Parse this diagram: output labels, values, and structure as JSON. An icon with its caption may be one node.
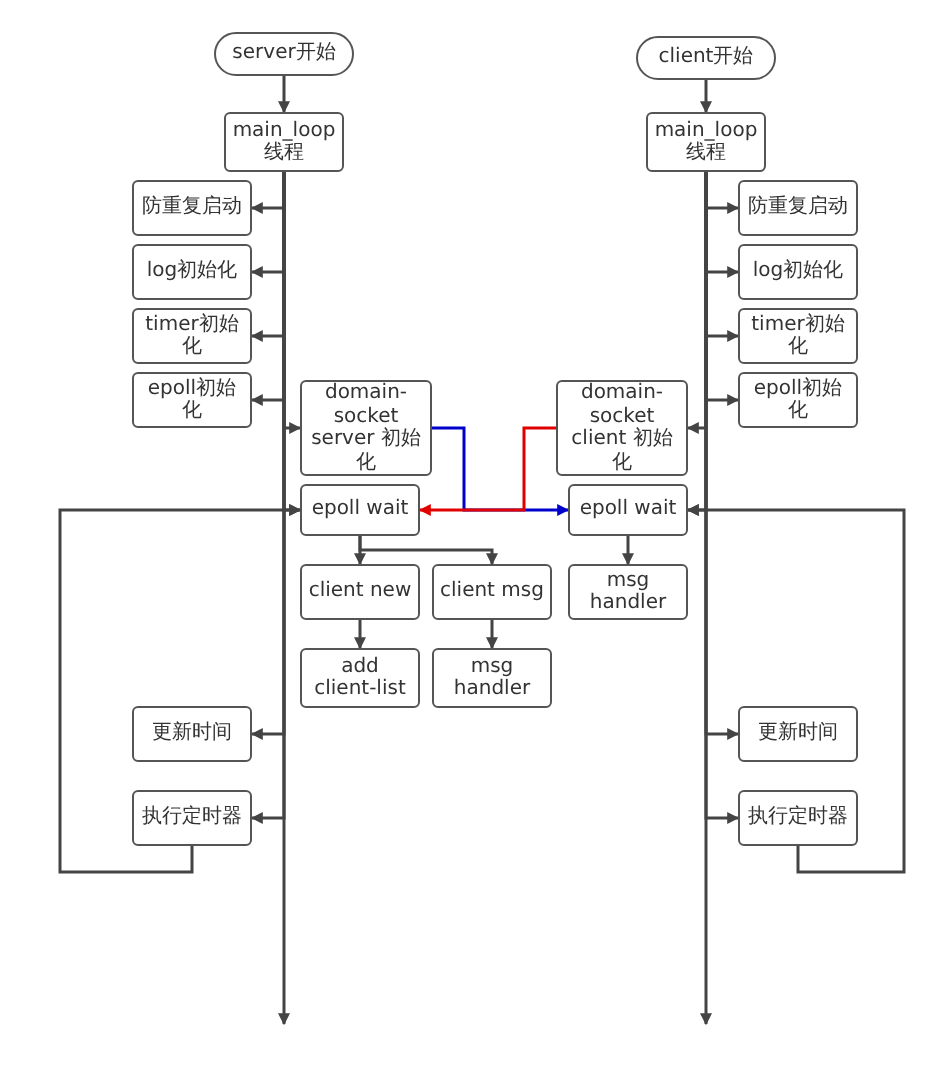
{
  "diagram": {
    "nodes": [
      {
        "text": [
          "server开始"
        ]
      },
      {
        "text": [
          "main_loop线程"
        ]
      },
      {
        "text": [
          "防重复启动"
        ]
      },
      {
        "text": [
          "log初始化"
        ]
      },
      {
        "text": [
          "timer初始化"
        ]
      },
      {
        "text": [
          "epoll初始化"
        ]
      },
      {
        "text": [
          "domain-socket server 初始化"
        ]
      },
      {
        "text": [
          "epoll wait"
        ]
      },
      {
        "text": [
          "client new"
        ]
      },
      {
        "text": [
          "client msg"
        ]
      },
      {
        "text": [
          "add client-list"
        ]
      },
      {
        "text": [
          "msg handler"
        ]
      },
      {
        "text": [
          "更新时间"
        ]
      },
      {
        "text": [
          "执行定时器"
        ]
      },
      {
        "text": [
          "client开始"
        ]
      },
      {
        "text": [
          "main_loop线程"
        ]
      },
      {
        "text": [
          "防重复启动"
        ]
      },
      {
        "text": [
          "log初始化"
        ]
      },
      {
        "text": [
          "timer初始化"
        ]
      },
      {
        "text": [
          "epoll初始化"
        ]
      },
      {
        "text": [
          "domain-socket client 初始化"
        ]
      },
      {
        "text": [
          "epoll wait"
        ]
      },
      {
        "text": [
          "msg handler"
        ]
      },
      {
        "text": [
          "更新时间"
        ]
      },
      {
        "text": [
          "执行定时器"
        ]
      }
    ],
    "edges": [
      {
        "from": 0,
        "to": 1,
        "arrow": "to"
      },
      {
        "from": 1,
        "to": 2,
        "arrow": "to"
      },
      {
        "from": 1,
        "to": 3,
        "arrow": "to"
      },
      {
        "from": 1,
        "to": 4,
        "arrow": "to"
      },
      {
        "from": 1,
        "to": 5,
        "arrow": "to"
      },
      {
        "from": 1,
        "to": 6,
        "arrow": "to"
      },
      {
        "from": 1,
        "to": 7,
        "arrow": "to"
      },
      {
        "from": 1,
        "to": 12,
        "arrow": "to"
      },
      {
        "from": 1,
        "to": 13,
        "arrow": "to"
      },
      {
        "from": 1,
        "to": null,
        "arrow": "to"
      },
      {
        "from": 7,
        "to": 8,
        "arrow": "to"
      },
      {
        "from": 7,
        "to": 9,
        "arrow": "to"
      },
      {
        "from": 8,
        "to": 10,
        "arrow": "to"
      },
      {
        "from": 9,
        "to": 11,
        "arrow": "to"
      },
      {
        "from": 13,
        "to": 7,
        "arrow": "to"
      },
      {
        "from": 14,
        "to": 15,
        "arrow": "to"
      },
      {
        "from": 15,
        "to": 16,
        "arrow": "to"
      },
      {
        "from": 15,
        "to": 17,
        "arrow": "to"
      },
      {
        "from": 15,
        "to": 18,
        "arrow": "to"
      },
      {
        "from": 15,
        "to": 19,
        "arrow": "to"
      },
      {
        "from": 15,
        "to": 20,
        "arrow": "to"
      },
      {
        "from": 15,
        "to": 21,
        "arrow": "to"
      },
      {
        "from": 15,
        "to": 23,
        "arrow": "to"
      },
      {
        "from": 15,
        "to": 24,
        "arrow": "to"
      },
      {
        "from": 15,
        "to": null,
        "arrow": "to"
      },
      {
        "from": 21,
        "to": 22,
        "arrow": "to"
      },
      {
        "from": 24,
        "to": 21,
        "arrow": "to"
      },
      {
        "from": 6,
        "to": 21,
        "arrow": "to",
        "color": "#0000cc"
      },
      {
        "from": 20,
        "to": 7,
        "arrow": "to",
        "color": "#e00000"
      }
    ]
  }
}
